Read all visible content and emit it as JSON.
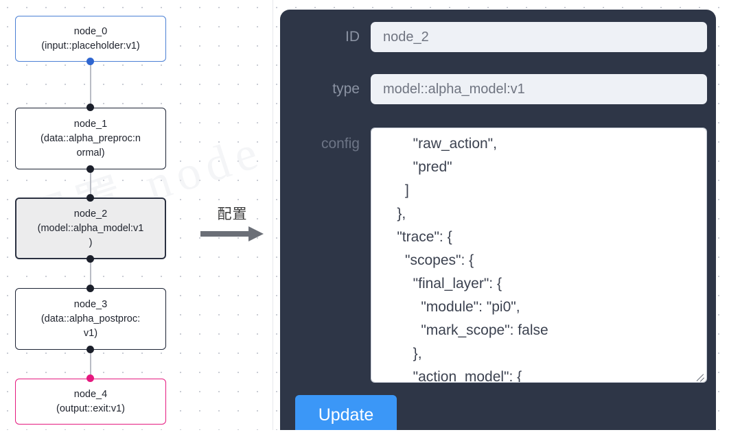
{
  "canvas": {
    "watermark_text": "配置 node graph"
  },
  "graph": {
    "nodes": [
      {
        "id": "node_0",
        "title": "node_0",
        "subtitle": "(input::placeholder:v1)",
        "lines": [
          "node_0",
          "(input::placeholder:v1)"
        ],
        "kind": "input",
        "selected": false,
        "port_color": "#2f66d0"
      },
      {
        "id": "node_1",
        "title": "node_1",
        "subtitle": "(data::alpha_preproc:normal)",
        "lines": [
          "node_1",
          "(data::alpha_preproc:n",
          "ormal)"
        ],
        "kind": "data",
        "selected": false,
        "port_color": "#1b1f2a"
      },
      {
        "id": "node_2",
        "title": "node_2",
        "subtitle": "(model::alpha_model:v1)",
        "lines": [
          "node_2",
          "(model::alpha_model:v1",
          ")"
        ],
        "kind": "model",
        "selected": true,
        "port_color": "#1b1f2a"
      },
      {
        "id": "node_3",
        "title": "node_3",
        "subtitle": "(data::alpha_postproc:v1)",
        "lines": [
          "node_3",
          "(data::alpha_postproc:",
          "v1)"
        ],
        "kind": "data",
        "selected": false,
        "port_color": "#1b1f2a"
      },
      {
        "id": "node_4",
        "title": "node_4",
        "subtitle": "(output::exit:v1)",
        "lines": [
          "node_4",
          "(output::exit:v1)"
        ],
        "kind": "output",
        "selected": false,
        "port_color": "#e5197f"
      }
    ],
    "edges": [
      {
        "from": "node_0",
        "to": "node_1"
      },
      {
        "from": "node_1",
        "to": "node_2"
      },
      {
        "from": "node_2",
        "to": "node_3"
      },
      {
        "from": "node_3",
        "to": "node_4"
      }
    ]
  },
  "arrow": {
    "label": "配置"
  },
  "panel": {
    "id_field": {
      "label": "ID",
      "value": "node_2",
      "placeholder": "node_2"
    },
    "type_field": {
      "label": "type",
      "value": "model::alpha_model:v1",
      "placeholder": "model::alpha_model:v1"
    },
    "config_field": {
      "label": "config",
      "value": "        \"raw_action\",\n        \"pred\"\n      ]\n    },\n    \"trace\": {\n      \"scopes\": {\n        \"final_layer\": {\n          \"module\": \"pi0\",\n          \"mark_scope\": false\n        },\n        \"action_model\": {",
      "scroll_thumb_position_pct": 8
    },
    "update_button": {
      "label": "Update"
    }
  },
  "colors": {
    "panel_bg": "#2e3647",
    "accent_blue": "#3b97f7",
    "input_node_border": "#4a7fd4",
    "output_node_border": "#e5197f",
    "selected_node_bg": "#ececed",
    "edge": "#b9bcc4",
    "grid_dot": "#c9ccd4"
  }
}
